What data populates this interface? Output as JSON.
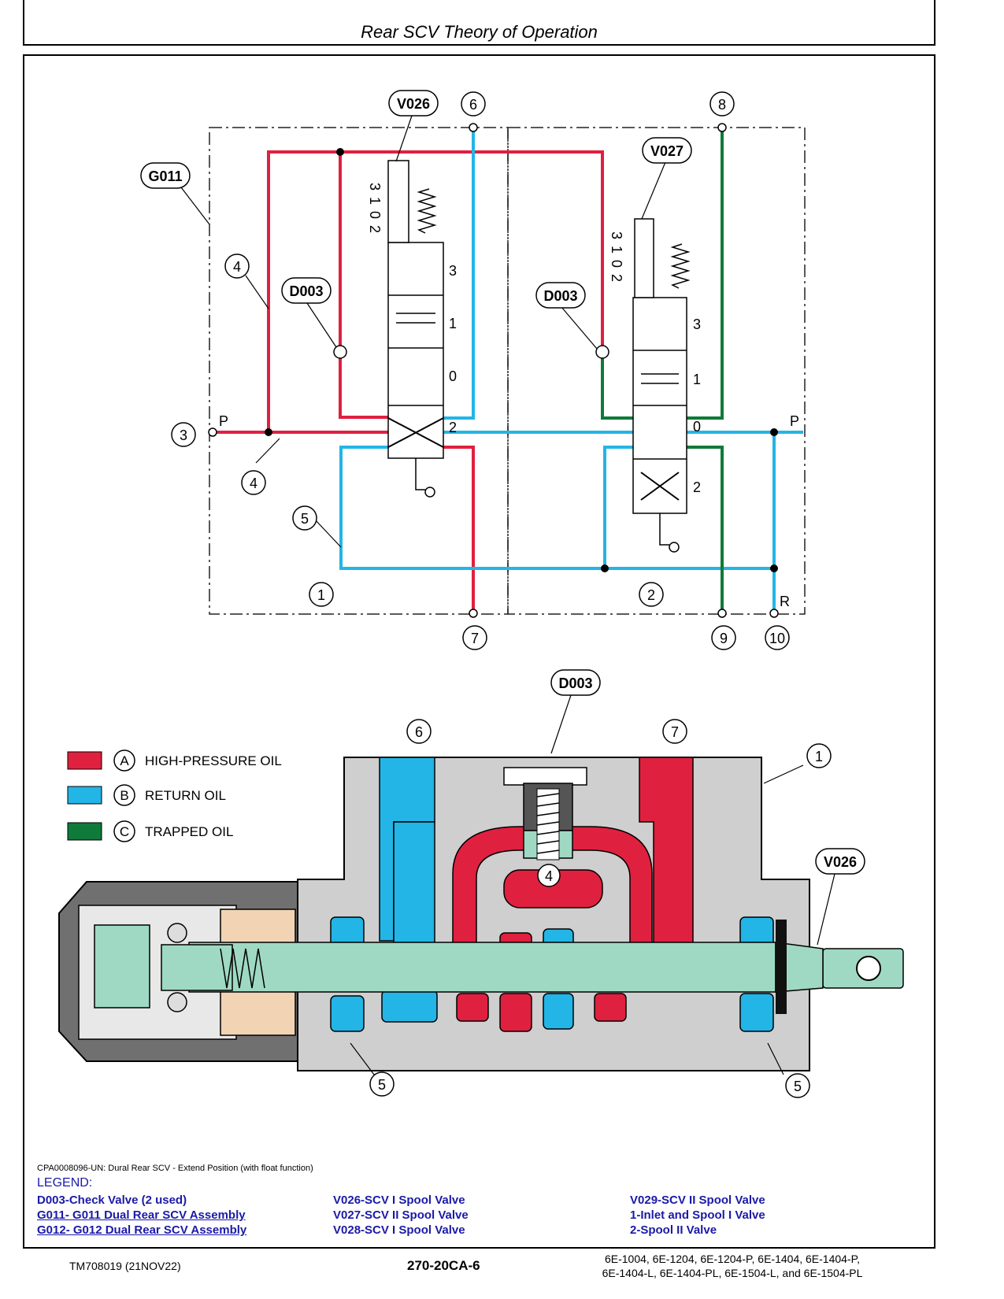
{
  "header": {
    "title": "Rear SCV Theory of Operation"
  },
  "schematic": {
    "labels": {
      "v026": "V026",
      "v027": "V027",
      "g011": "G011",
      "d003_left": "D003",
      "d003_right": "D003",
      "n1": "1",
      "n2": "2",
      "n3": "3",
      "n4a": "4",
      "n4b": "4",
      "n5": "5",
      "n6": "6",
      "n7": "7",
      "n8": "8",
      "n9": "9",
      "n10": "10"
    },
    "port_letters": {
      "p_left": "P",
      "p_right": "P",
      "r": "R"
    },
    "detent_digits": {
      "d3": "3",
      "d1": "1",
      "d0": "0",
      "d2": "2"
    },
    "positions": {
      "p3": "3",
      "p1": "1",
      "p0": "0",
      "p2": "2"
    }
  },
  "cutaway": {
    "labels": {
      "d003": "D003",
      "n6": "6",
      "n7": "7",
      "n1": "1",
      "v026": "V026",
      "n4": "4",
      "n5a": "5",
      "n5b": "5"
    }
  },
  "legend_key": [
    {
      "letter": "A",
      "text": "HIGH-PRESSURE OIL",
      "color": "#e0203f"
    },
    {
      "letter": "B",
      "text": "RETURN OIL",
      "color": "#23b5e6"
    },
    {
      "letter": "C",
      "text": "TRAPPED OIL",
      "color": "#0f7a3a"
    }
  ],
  "colors": {
    "high_pressure": "#e0203f",
    "return": "#23b5e6",
    "trapped": "#0f7a3a",
    "body": "#cfcfcf",
    "spool": "#9fd9c4"
  },
  "caption": "CPA0008096-UN: Dural Rear SCV - Extend Position (with float function)",
  "legend": {
    "title": "LEGEND:",
    "col1": [
      "D003-Check Valve (2 used)",
      "G011- G011 Dual Rear SCV Assembly",
      "G012- G012 Dual Rear SCV Assembly"
    ],
    "col2": [
      "V026-SCV I Spool Valve",
      "V027-SCV II Spool Valve",
      "V028-SCV I Spool Valve"
    ],
    "col3": [
      "V029-SCV II Spool Valve",
      "1-Inlet and  Spool I Valve",
      "2-Spool II Valve"
    ]
  },
  "footer": {
    "doc": "TM708019 (21NOV22)",
    "page": "270-20CA-6",
    "models_line1": "6E-1004, 6E-1204, 6E-1204-P, 6E-1404, 6E-1404-P,",
    "models_line2": "6E-1404-L, 6E-1404-PL, 6E-1504-L, and 6E-1504-PL"
  }
}
